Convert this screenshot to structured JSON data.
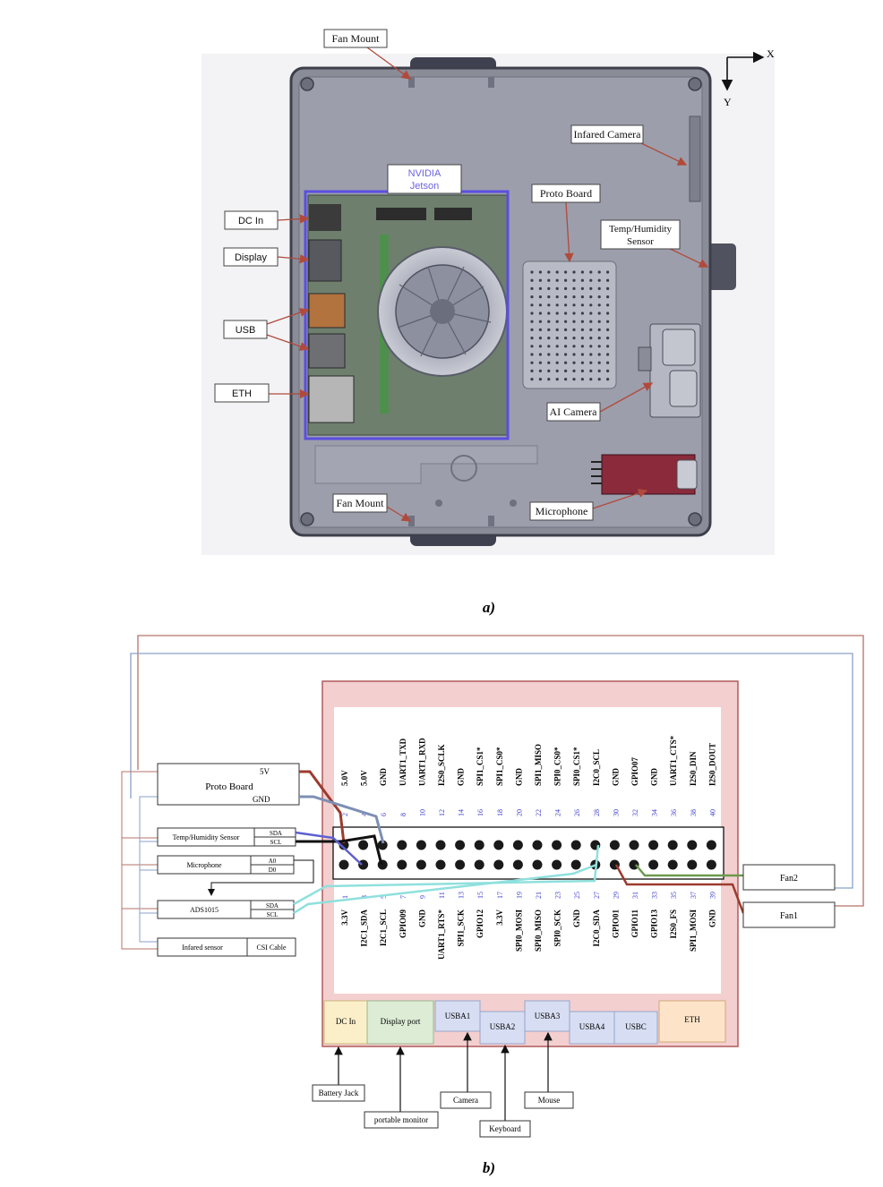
{
  "figure_a": {
    "caption": "a)",
    "axes": {
      "x": "X",
      "y": "Y"
    },
    "labels": {
      "fan_mount_top": "Fan Mount",
      "infrared_camera": "Infared Camera",
      "nvidia_jetson": [
        "NVIDIA",
        "Jetson"
      ],
      "proto_board": "Proto Board",
      "temp_humidity": [
        "Temp/Humidity",
        "Sensor"
      ],
      "dc_in": "DC In",
      "display": "Display",
      "usb": "USB",
      "eth": "ETH",
      "ai_camera": "AI Camera",
      "fan_mount_bottom": "Fan Mount",
      "microphone": "Microphone"
    }
  },
  "figure_b": {
    "caption": "b)",
    "top_pin_names": [
      "5.0V",
      "5.0V",
      "GND",
      "UART1_TXD",
      "UART1_RXD",
      "I2S0_SCLK",
      "GND",
      "SPI1_CS1*",
      "SPI1_CS0*",
      "GND",
      "SPI1_MISO",
      "SPI0_CS0*",
      "SPI0_CS1*",
      "I2C0_SCL",
      "GND",
      "GPIO07",
      "GND",
      "UART1_CTS*",
      "I2S0_DIN",
      "I2S0_DOUT"
    ],
    "top_pin_numbers": [
      "2",
      "4",
      "6",
      "8",
      "10",
      "12",
      "14",
      "16",
      "18",
      "20",
      "22",
      "24",
      "26",
      "28",
      "30",
      "32",
      "34",
      "36",
      "38",
      "40"
    ],
    "bottom_pin_numbers": [
      "1",
      "3",
      "5",
      "7",
      "9",
      "11",
      "13",
      "15",
      "17",
      "19",
      "21",
      "23",
      "25",
      "27",
      "29",
      "31",
      "33",
      "35",
      "37",
      "39"
    ],
    "bottom_pin_names": [
      "3.3V",
      "I2C1_SDA",
      "I2C1_SCL",
      "GPIO09",
      "GND",
      "UART1_RTS*",
      "SPI1_SCK",
      "GPIO12",
      "3.3V",
      "SPI0_MOSI",
      "SPI0_MISO",
      "SPI0_SCK",
      "GND",
      "I2C0_SDA",
      "GPIO01",
      "GPIO11",
      "GPIO13",
      "I2S0_FS",
      "SPI1_MOSI",
      "GND"
    ],
    "ports": [
      "DC In",
      "Display port",
      "USBA1",
      "USBA2",
      "USBA3",
      "USBA4",
      "USBC",
      "ETH"
    ],
    "peripherals": {
      "proto_board": "Proto Board",
      "proto_5v": "5V",
      "proto_gnd": "GND",
      "temp_humidity": "Temp/Humidity Sensor",
      "sda": "SDA",
      "scl": "SCL",
      "microphone": "Microphone",
      "a0": "A0",
      "d0": "D0",
      "ads1015": "ADS1015",
      "ads_sda": "SDA",
      "ads_scl": "SCL",
      "infrared_sensor": "Infared sensor",
      "csi_cable": "CSI Cable",
      "fan2": "Fan2",
      "fan1": "Fan1"
    },
    "devices": {
      "battery_jack": "Battery Jack",
      "portable_monitor": "portable monitor",
      "camera": "Camera",
      "keyboard": "Keyboard",
      "mouse": "Mouse"
    },
    "colors": {
      "board_fill": "#f4cfd0",
      "board_border": "#b05a5a",
      "power_wire": "#9c3b2e",
      "gnd_wire": "#7d8fb5",
      "i2c_wire_black": "#111111",
      "i2c_wire_blue": "#5d5fd0",
      "cyan_wire": "#8fe0dd",
      "fan_wire_green": "#6c9a4e",
      "dc_port": "#fbefc9",
      "display_port": "#dcecd5",
      "usb_port": "#d7def3",
      "eth_port": "#fde4c9"
    }
  }
}
